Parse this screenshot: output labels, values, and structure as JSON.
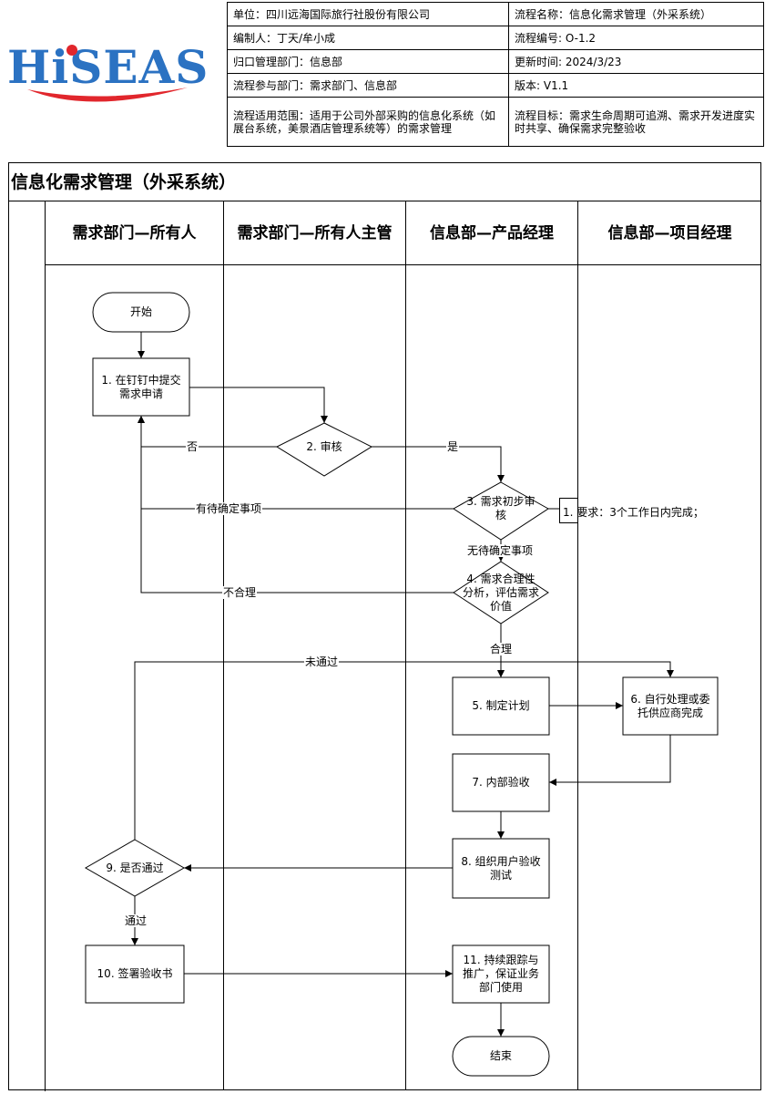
{
  "logo": {
    "text": "HiSEAS",
    "brand_blue": "#2b72c2",
    "brand_red": "#e1262c"
  },
  "info": {
    "unit": "单位：四川远海国际旅行社股份有限公司",
    "process_name": "流程名称：信息化需求管理（外采系统）",
    "editor": "编制人：丁天/牟小成",
    "process_no": "流程编号: O-1.2",
    "owner_dept": "归口管理部门：信息部",
    "update_time": "更新时间: 2024/3/23",
    "participants": "流程参与部门：需求部门、信息部",
    "version": "版本: V1.1",
    "scope": "流程适用范围：适用于公司外部采购的信息化系统（如展台系统，美景酒店管理系统等）的需求管理",
    "goal": "流程目标：需求生命周期可追溯、需求开发进度实时共享、确保需求完整验收"
  },
  "diagram": {
    "title": "信息化需求管理（外采系统）",
    "lanes": [
      "需求部门—所有人",
      "需求部门—所有人主管",
      "信息部—产品经理",
      "信息部—项目经理"
    ],
    "nodes": {
      "start": "开始",
      "n1": "1. 在钉钉中提交需求申请",
      "n2": "2. 审核",
      "n3": "3. 需求初步审核",
      "n4": "4. 需求合理性分析，评估需求价值",
      "n5": "5. 制定计划",
      "n6": "6. 自行处理或委托供应商完成",
      "n7": "7. 内部验收",
      "n8": "8. 组织用户验收测试",
      "n9": "9. 是否通过",
      "n10": "10. 签署验收书",
      "n11": "11. 持续跟踪与推广，保证业务部门使用",
      "end": "结束"
    },
    "labels": {
      "no": "否",
      "yes": "是",
      "pending": "有待确定事项",
      "no_pending": "无待确定事项",
      "unreasonable": "不合理",
      "reasonable": "合理",
      "not_passed": "未通过",
      "passed": "通过"
    },
    "note": "1. 要求：3个工作日内完成；"
  }
}
